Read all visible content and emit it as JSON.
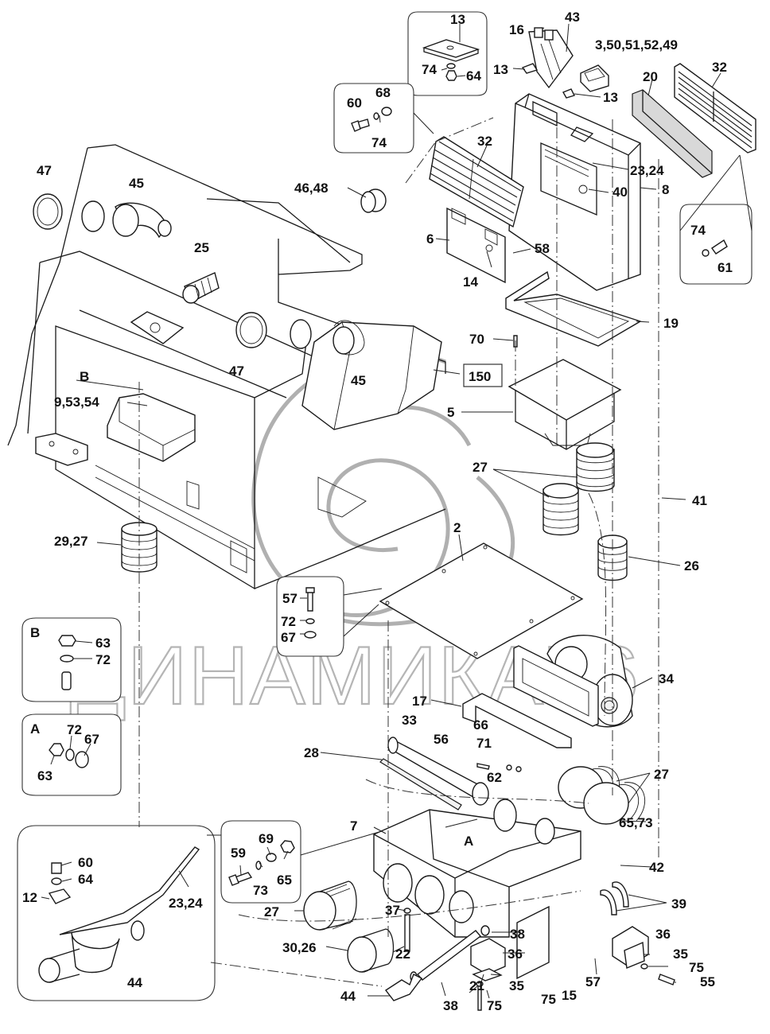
{
  "diagram": {
    "title": "Heater / ventilation unit exploded parts diagram",
    "watermark": "ДИНАМИКА76",
    "assembly_ref": "150",
    "detail_views": {
      "B": {
        "label": "B",
        "parts": [
          "63",
          "72"
        ]
      },
      "A": {
        "label": "A",
        "parts": [
          "72",
          "67",
          "63"
        ]
      }
    },
    "labels": {
      "l13a": "13",
      "l74a": "74",
      "l64a": "64",
      "l16": "16",
      "l43": "43",
      "l13b": "13",
      "l13c": "13",
      "l3_50": "3,50,51,52,49",
      "l32a": "32",
      "l20": "20",
      "l60a": "60",
      "l68": "68",
      "l74b": "74",
      "l32b": "32",
      "l23_24a": "23,24",
      "l40": "40",
      "l8": "8",
      "l47a": "47",
      "l45a": "45",
      "l46_48": "46,48",
      "l25": "25",
      "l6": "6",
      "l58": "58",
      "l14": "14",
      "l74c": "74",
      "l61": "61",
      "l19": "19",
      "l47b": "47",
      "l45b": "45",
      "l70": "70",
      "l150": "150",
      "lB": "B",
      "l9_53": "9,53,54",
      "l5": "5",
      "l27a": "27",
      "l41": "41",
      "l29_27": "29,27",
      "l2": "2",
      "l26": "26",
      "l57a": "57",
      "l72a": "72",
      "l67a": "67",
      "lBdet": "B",
      "l63a": "63",
      "l72b": "72",
      "l34": "34",
      "l17": "17",
      "lAdet": "A",
      "l72c": "72",
      "l67b": "67",
      "l63b": "63",
      "l33": "33",
      "l66": "66",
      "l56": "56",
      "l71": "71",
      "l28": "28",
      "l62": "62",
      "l27b": "27",
      "l7": "7",
      "l65_73": "65,73",
      "lA": "A",
      "l60b": "60",
      "l69": "69",
      "l64b": "64",
      "l59": "59",
      "l65": "65",
      "l42": "42",
      "l12": "12",
      "l73": "73",
      "l23_24b": "23,24",
      "l27c": "27",
      "l39": "39",
      "l37": "37",
      "l38a": "38",
      "l36a": "36",
      "l35a": "35",
      "l30_26": "30,26",
      "l22": "22",
      "l36b": "36",
      "l75a": "75",
      "l44a": "44",
      "l55": "55",
      "l57b": "57",
      "l21": "21",
      "l35b": "35",
      "l15": "15",
      "l44b": "44",
      "l38b": "38",
      "l75b": "75",
      "l75c": "75"
    }
  }
}
